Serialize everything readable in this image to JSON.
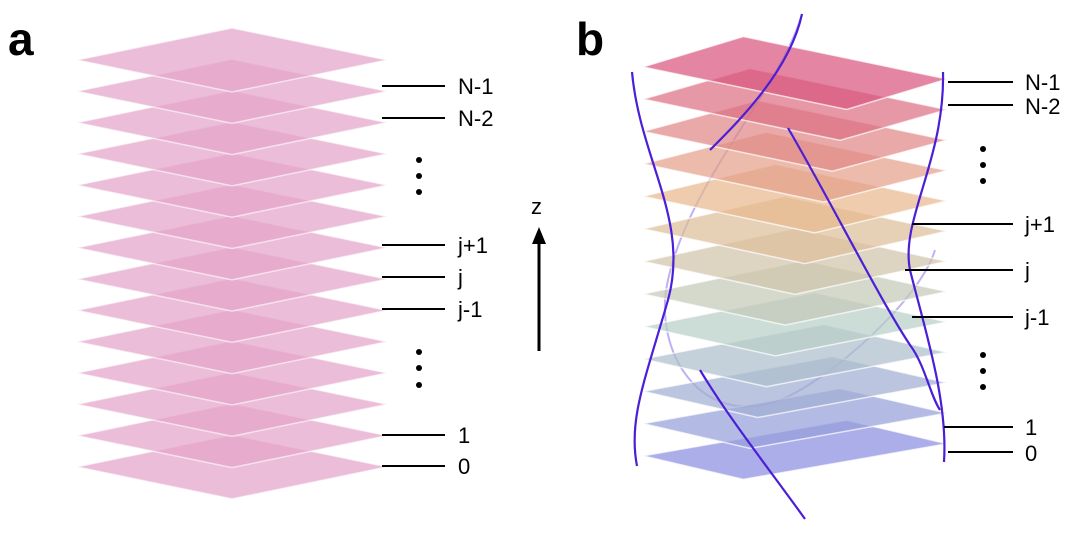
{
  "panels": [
    {
      "label": "a",
      "layers": [
        "N-1",
        "N-2",
        "j+1",
        "j",
        "j-1",
        "1",
        "0"
      ],
      "ellipsis_count": 2
    },
    {
      "label": "b",
      "layers": [
        "N-1",
        "N-2",
        "j+1",
        "j",
        "j-1",
        "1",
        "0"
      ],
      "ellipsis_count": 2
    }
  ],
  "axis": {
    "label": "z"
  },
  "colors": {
    "panel_a_layer": "#e3a3c9",
    "panel_b_top": "#d9577f",
    "panel_b_middle": "#e8b98d",
    "panel_b_lower": "#b8cfc6",
    "panel_b_bottom": "#8b8fe0",
    "helix_curve": "#4b1fd6",
    "layer_edge": "#ffffff"
  }
}
